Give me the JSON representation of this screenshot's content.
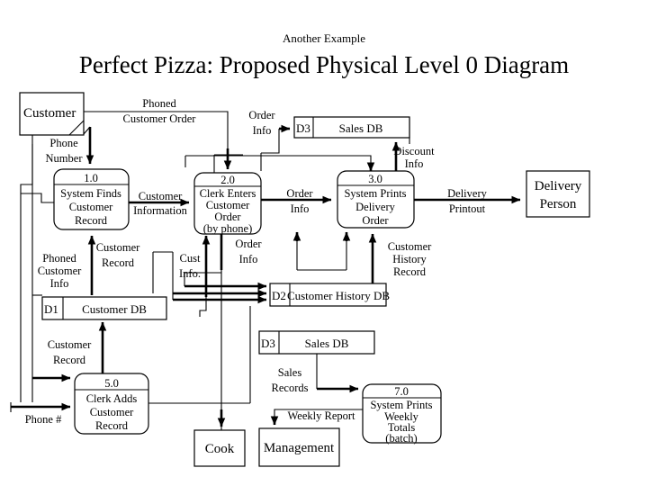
{
  "title": {
    "subtitle": "Another Example",
    "main": "Perfect Pizza: Proposed Physical Level 0 Diagram"
  },
  "diagram": {
    "type": "data-flow-diagram",
    "entities": [
      {
        "id": "customer",
        "label": "Customer"
      },
      {
        "id": "delivery-person",
        "label": "Delivery Person",
        "line1": "Delivery",
        "line2": "Person"
      },
      {
        "id": "cook",
        "label": "Cook"
      },
      {
        "id": "management",
        "label": "Management"
      }
    ],
    "processes": [
      {
        "id": "p1",
        "number": "1.0",
        "lines": [
          "System Finds",
          "Customer",
          "Record"
        ]
      },
      {
        "id": "p2",
        "number": "2.0",
        "lines": [
          "Clerk Enters",
          "Customer",
          "Order",
          "(by phone)"
        ]
      },
      {
        "id": "p3",
        "number": "3.0",
        "lines": [
          "System Prints",
          "Delivery",
          "Order"
        ]
      },
      {
        "id": "p5",
        "number": "5.0",
        "lines": [
          "Clerk Adds",
          "Customer",
          "Record"
        ]
      },
      {
        "id": "p7",
        "number": "7.0",
        "lines": [
          "System Prints",
          "Weekly",
          "Totals",
          "(batch)"
        ]
      }
    ],
    "datastores": [
      {
        "id": "d3-top",
        "code": "D3",
        "label": "Sales DB"
      },
      {
        "id": "d1",
        "code": "D1",
        "label": "Customer DB"
      },
      {
        "id": "d2",
        "code": "D2",
        "label": "Customer History DB"
      },
      {
        "id": "d3-bottom",
        "code": "D3",
        "label": "Sales DB"
      }
    ],
    "flows": [
      {
        "id": "f-phoned-order",
        "lines": [
          "Phoned",
          "Customer Order"
        ]
      },
      {
        "id": "f-phone-number",
        "lines": [
          "Phone",
          "Number"
        ]
      },
      {
        "id": "f-order-info-top",
        "lines": [
          "Order",
          "Info"
        ]
      },
      {
        "id": "f-discount-info",
        "lines": [
          "Discount",
          "Info"
        ]
      },
      {
        "id": "f-customer-information",
        "lines": [
          "Customer",
          "Information"
        ]
      },
      {
        "id": "f-order-info-mid",
        "lines": [
          "Order",
          "Info"
        ]
      },
      {
        "id": "f-delivery-printout",
        "lines": [
          "Delivery",
          "Printout"
        ]
      },
      {
        "id": "f-customer-record-1",
        "lines": [
          "Customer",
          "Record"
        ]
      },
      {
        "id": "f-phoned-customer-info",
        "lines": [
          "Phoned",
          "Customer",
          "Info"
        ]
      },
      {
        "id": "f-cust-info",
        "lines": [
          "Cust",
          "Info."
        ]
      },
      {
        "id": "f-order-info-low",
        "lines": [
          "Order",
          "Info"
        ]
      },
      {
        "id": "f-customer-history-record",
        "lines": [
          "Customer",
          "History",
          "Record"
        ]
      },
      {
        "id": "f-customer-record-2",
        "lines": [
          "Customer",
          "Record"
        ]
      },
      {
        "id": "f-phone-number-hash",
        "lines": [
          "Phone #"
        ]
      },
      {
        "id": "f-sales-records",
        "lines": [
          "Sales",
          "Records"
        ]
      },
      {
        "id": "f-weekly-report",
        "lines": [
          "Weekly Report"
        ]
      }
    ]
  }
}
